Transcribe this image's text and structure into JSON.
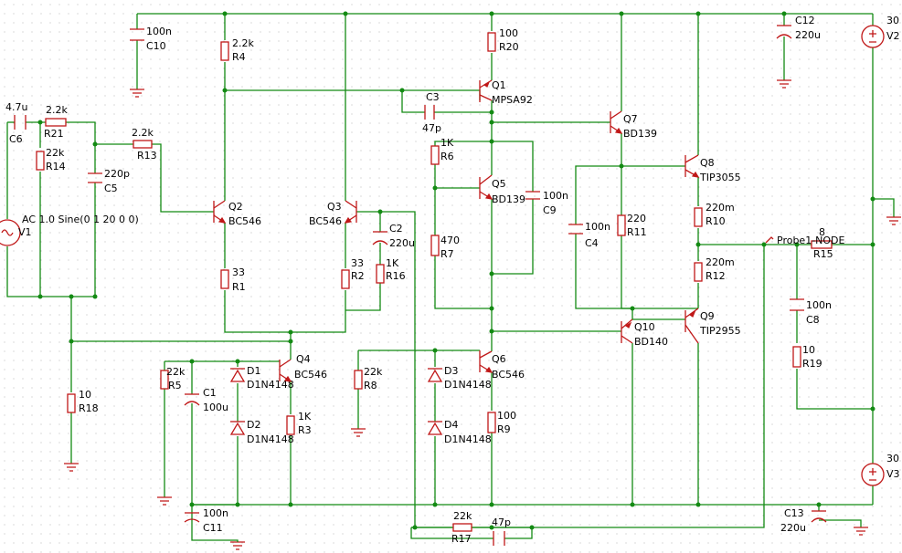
{
  "colors": {
    "wire": "#138a13",
    "part": "#c01818",
    "grid": "#b8b8b8",
    "text": "#000000",
    "background": "#ffffff"
  },
  "components": {
    "C6": {
      "ref": "C6",
      "value": "4.7u"
    },
    "R21": {
      "ref": "R21",
      "value": "2.2k"
    },
    "R14": {
      "ref": "R14",
      "value": "22k"
    },
    "R13": {
      "ref": "R13",
      "value": "2.2k"
    },
    "C5": {
      "ref": "C5",
      "value": "220p"
    },
    "V1": {
      "ref": "V1",
      "value": "AC 1.0 Sine(0 1 20 0 0)"
    },
    "C10": {
      "ref": "C10",
      "value": "100n"
    },
    "R4": {
      "ref": "R4",
      "value": "2.2k"
    },
    "Q2": {
      "ref": "Q2",
      "value": "BC546"
    },
    "Q3": {
      "ref": "Q3",
      "value": "BC546"
    },
    "R1": {
      "ref": "R1",
      "value": "33"
    },
    "R2": {
      "ref": "R2",
      "value": "33"
    },
    "C2": {
      "ref": "C2",
      "value": "220u"
    },
    "R16": {
      "ref": "R16",
      "value": "1K"
    },
    "R18": {
      "ref": "R18",
      "value": "10"
    },
    "R5": {
      "ref": "R5",
      "value": "22k"
    },
    "C1": {
      "ref": "C1",
      "value": "100u"
    },
    "D1": {
      "ref": "D1",
      "value": "D1N4148"
    },
    "D2": {
      "ref": "D2",
      "value": "D1N4148"
    },
    "Q4": {
      "ref": "Q4",
      "value": "BC546"
    },
    "R3": {
      "ref": "R3",
      "value": "1K"
    },
    "C11": {
      "ref": "C11",
      "value": "100n"
    },
    "R20": {
      "ref": "R20",
      "value": "100"
    },
    "Q1": {
      "ref": "Q1",
      "value": "MPSA92"
    },
    "C3": {
      "ref": "C3",
      "value": "47p"
    },
    "R6": {
      "ref": "R6",
      "value": "1K"
    },
    "Q5": {
      "ref": "Q5",
      "value": "BD139"
    },
    "C9": {
      "ref": "C9",
      "value": "100n"
    },
    "R7": {
      "ref": "R7",
      "value": "470"
    },
    "R8": {
      "ref": "R8",
      "value": "22k"
    },
    "D3": {
      "ref": "D3",
      "value": "D1N4148"
    },
    "D4": {
      "ref": "D4",
      "value": "D1N4148"
    },
    "Q6": {
      "ref": "Q6",
      "value": "BC546"
    },
    "R9": {
      "ref": "R9",
      "value": "100"
    },
    "R17": {
      "ref": "R17",
      "value": "22k"
    },
    "C7": {
      "ref": "",
      "value": "47p"
    },
    "Q7": {
      "ref": "Q7",
      "value": "BD139"
    },
    "C4": {
      "ref": "C4",
      "value": "100n"
    },
    "R11": {
      "ref": "R11",
      "value": "220"
    },
    "Q10": {
      "ref": "Q10",
      "value": "BD140"
    },
    "Q8": {
      "ref": "Q8",
      "value": "TIP3055"
    },
    "R10": {
      "ref": "R10",
      "value": "220m"
    },
    "R12": {
      "ref": "R12",
      "value": "220m"
    },
    "Q9": {
      "ref": "Q9",
      "value": "TIP2955"
    },
    "C12": {
      "ref": "C12",
      "value": "220u"
    },
    "C12n": {
      "ref": "",
      "value": ""
    },
    "R15": {
      "ref": "R15",
      "value": "8"
    },
    "C8": {
      "ref": "C8",
      "value": "100n"
    },
    "R19": {
      "ref": "R19",
      "value": "10"
    },
    "C13": {
      "ref": "C13",
      "value": "220u"
    },
    "V2": {
      "ref": "V2",
      "value": "30"
    },
    "V3": {
      "ref": "V3",
      "value": "30"
    }
  },
  "probe": {
    "label": "Probe1-NODE"
  }
}
